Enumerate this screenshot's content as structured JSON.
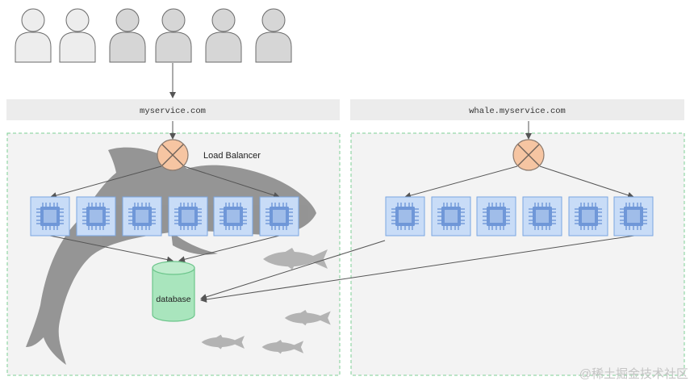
{
  "users": {
    "count": 6,
    "colors": [
      "#ededed",
      "#ededed",
      "#d6d6d6",
      "#d6d6d6",
      "#d6d6d6",
      "#d6d6d6"
    ]
  },
  "left": {
    "domain": "myservice.com",
    "load_balancer_label": "Load Balancer",
    "server_count": 6,
    "database_label": "database"
  },
  "right": {
    "domain": "whale.myservice.com",
    "server_count": 6
  },
  "watermark": "@稀土掘金技术社区",
  "colors": {
    "domain_bar": "#ececec",
    "panel_bg": "#f3f3f3",
    "panel_border": "#7ccf94",
    "load_balancer_fill": "#f6c5a2",
    "load_balancer_stroke": "#8b7a6e",
    "server_fill": "#c8dcf7",
    "server_stroke": "#7aa6e2",
    "chip_fill": "#6f97d8",
    "database_fill": "#a9e5bd",
    "database_stroke": "#6cc58b",
    "user_stroke": "#6b6b6b",
    "arrow": "#555555",
    "whale": "#8f8f8f",
    "fish": "#b3b3b3"
  }
}
